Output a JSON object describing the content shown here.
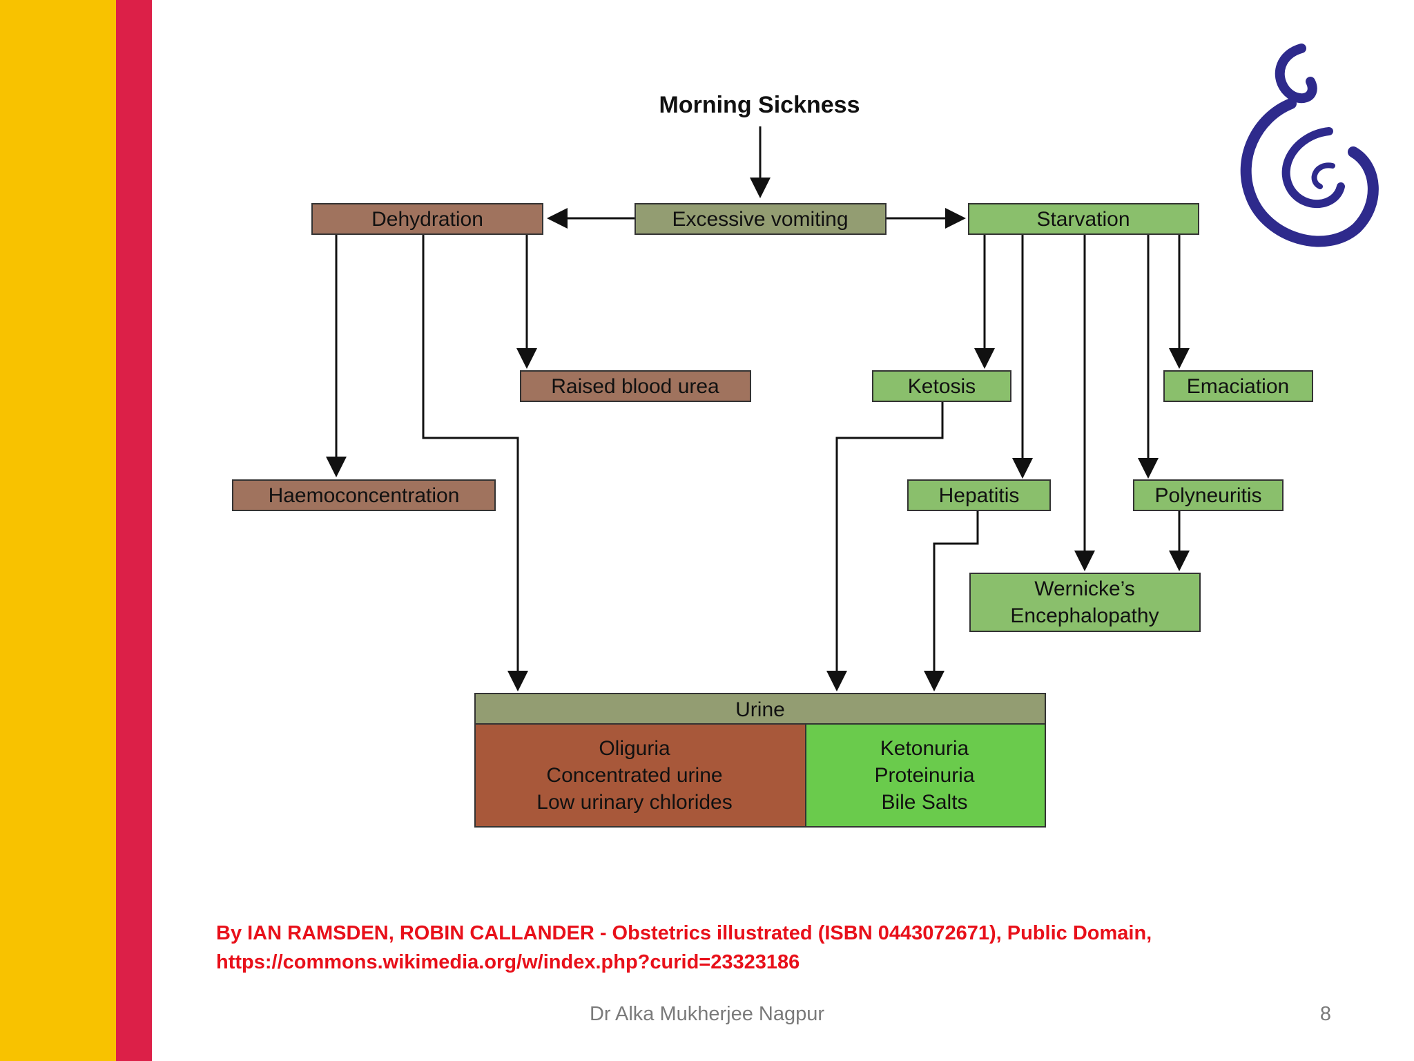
{
  "diagram": {
    "title": "Morning Sickness",
    "excessive_vomiting": "Excessive vomiting",
    "dehydration": "Dehydration",
    "starvation": "Starvation",
    "raised_blood_urea": "Raised blood urea",
    "haemoconcentration": "Haemoconcentration",
    "ketosis": "Ketosis",
    "emaciation": "Emaciation",
    "hepatitis": "Hepatitis",
    "polyneuritis": "Polyneuritis",
    "wernicke_line1": "Wernicke’s",
    "wernicke_line2": "Encephalopathy",
    "urine": {
      "header": "Urine",
      "left": [
        "Oliguria",
        "Concentrated urine",
        "Low urinary chlorides"
      ],
      "right": [
        "Ketonuria",
        "Proteinuria",
        "Bile Salts"
      ]
    }
  },
  "credit": {
    "line1": "By IAN RAMSDEN, ROBIN CALLANDER - Obstetrics illustrated (ISBN 0443072671), Public Domain,",
    "line2": "https://commons.wikimedia.org/w/index.php?curid=23323186"
  },
  "footer": {
    "author": "Dr Alka Mukherjee Nagpur",
    "page": "8"
  },
  "colors": {
    "brown": "#a0735e",
    "green": "#8abf6c",
    "grey_green": "#939d72",
    "urine_brown": "#a8583a",
    "urine_green": "#6acb4c",
    "logo": "#2e2a8c",
    "stripe_yellow": "#f8c200",
    "stripe_red": "#dc2048",
    "credit_red": "#e8101a"
  }
}
